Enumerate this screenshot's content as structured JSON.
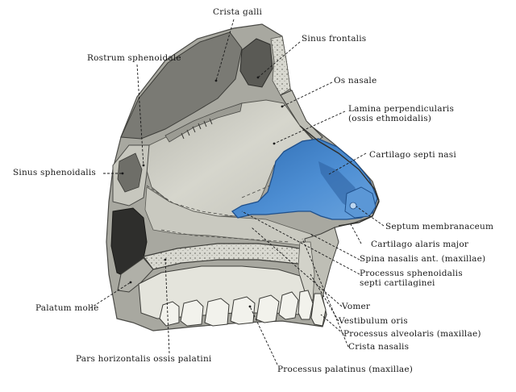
{
  "figure": {
    "labels": {
      "crista_galli": "Crista galli",
      "sinus_frontalis": "Sinus frontalis",
      "rostrum_sphenoidale": "Rostrum sphenoidale",
      "os_nasale": "Os nasale",
      "lamina_perpendicularis_1": "Lamina perpendicularis",
      "lamina_perpendicularis_2": "(ossis ethmoidalis)",
      "cartilago_septi_nasi": "Cartilago septi nasi",
      "sinus_sphenoidalis": "Sinus sphenoidalis",
      "septum_membranaceum": "Septum membranaceum",
      "cartilago_alaris_major": "Cartilago alaris major",
      "spina_nasalis_ant": "Spina nasalis ant. (maxillae)",
      "processus_sphenoidalis_1": "Processus sphenoidalis",
      "processus_sphenoidalis_2": "septi cartilaginei",
      "palatum_molle": "Palatum molle",
      "vomer": "Vomer",
      "vestibulum_oris": "Vestibulum oris",
      "processus_alveolaris": "Processus alveolaris (maxillae)",
      "crista_nasalis": "Crista nasalis",
      "pars_horizontalis": "Pars horizontalis ossis palatini",
      "processus_palatinus": "Processus palatinus (maxillae)"
    },
    "colors": {
      "cartilage": "#3f7ec4",
      "cartilage_dark": "#1f4f8a",
      "bone": "#cfcfc6",
      "bone_dark": "#8c8c84",
      "cavity": "#3a3a38",
      "background": "#ffffff"
    }
  }
}
